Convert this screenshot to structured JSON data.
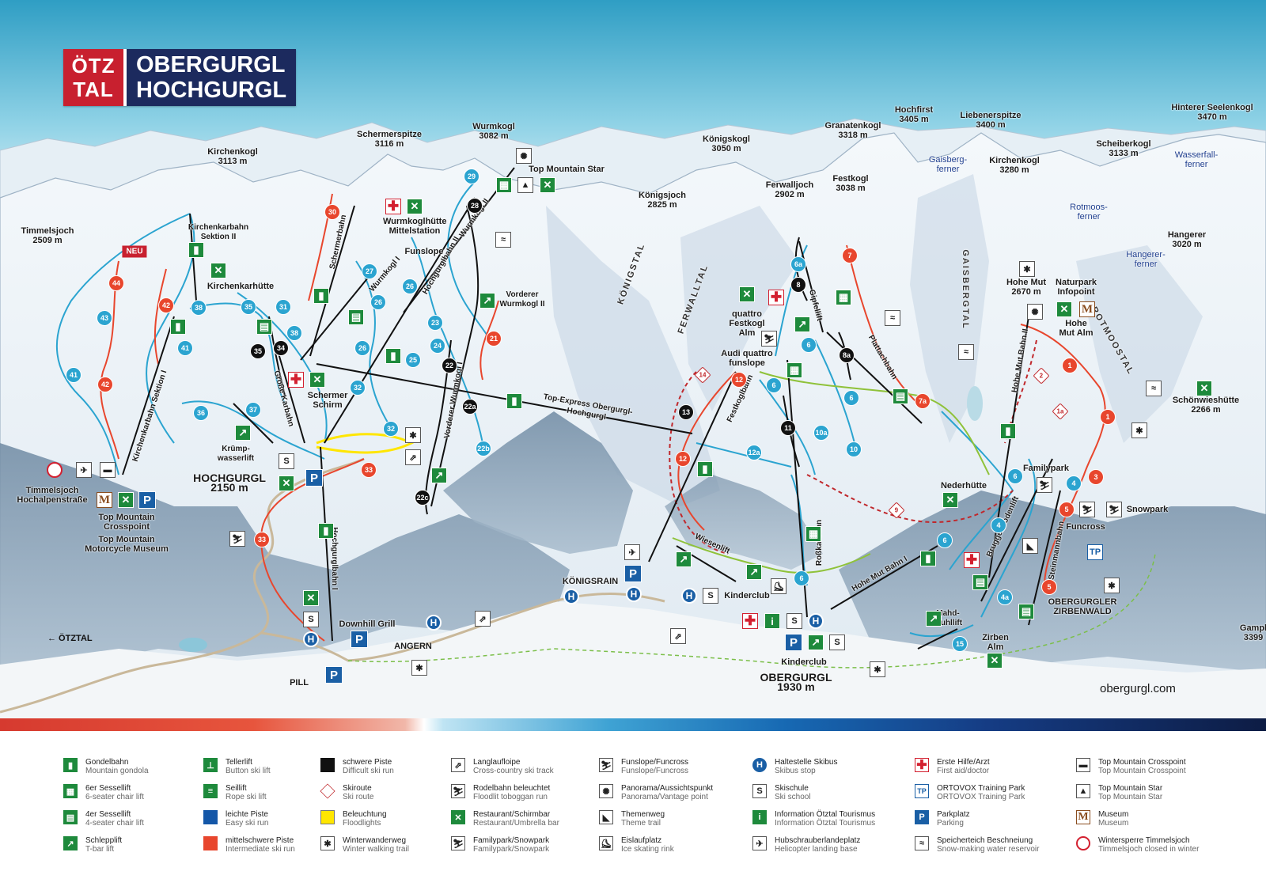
{
  "logo": {
    "otz_line1": "ÖTZ",
    "otz_line2": "TAL",
    "name_line1": "OBERGURGL",
    "name_line2": "HOCHGURGL"
  },
  "badge_new": "NEU",
  "website": "obergurgl.com",
  "direction": "← ÖTZTAL",
  "peaks": [
    {
      "name": "Kirchenkogl",
      "elev": "3113 m"
    },
    {
      "name": "Timmelsjoch",
      "elev": "2509 m"
    },
    {
      "name": "Schermerspitze",
      "elev": "3116 m"
    },
    {
      "name": "Wurmkogl",
      "elev": "3082 m"
    },
    {
      "name": "Königskogl",
      "elev": "3050 m"
    },
    {
      "name": "Königsjoch",
      "elev": "2825 m"
    },
    {
      "name": "Granatenkogl",
      "elev": "3318 m"
    },
    {
      "name": "Ferwalljoch",
      "elev": "2902 m"
    },
    {
      "name": "Festkogl",
      "elev": "3038 m"
    },
    {
      "name": "Hochfirst",
      "elev": "3405 m"
    },
    {
      "name": "Liebenerspitze",
      "elev": "3400 m"
    },
    {
      "name": "Kirchenkogl",
      "elev": "3280 m"
    },
    {
      "name": "Scheiberkogl",
      "elev": "3133 m"
    },
    {
      "name": "Hinterer Seelenkogl",
      "elev": "3470 m"
    },
    {
      "name": "Hangerer",
      "elev": "3020 m"
    },
    {
      "name": "Hohe Mut",
      "elev": "2670 m"
    },
    {
      "name": "Schönwieshütte",
      "elev": "2266 m"
    },
    {
      "name": "Gampl",
      "elev": "3399"
    }
  ],
  "glaciers": [
    "Gaisberg-ferner",
    "Rotmoos-ferner",
    "Wasserfall-ferner",
    "Hangerer-ferner"
  ],
  "valleys": [
    "KÖNIGSTAL",
    "FERWALLTAL",
    "GAISBERGTAL",
    "ROTMOOSTAL"
  ],
  "towns": [
    {
      "name": "HOCHGURGL",
      "elev": "2150 m"
    },
    {
      "name": "OBERGURGL",
      "elev": "1930 m"
    },
    {
      "name": "KÖNIGSRAIN",
      "elev": ""
    },
    {
      "name": "ANGERN",
      "elev": ""
    },
    {
      "name": "PILL",
      "elev": ""
    }
  ],
  "places": {
    "top_mountain_star": "Top Mountain Star",
    "wurmkogl_hutte": "Wurmkoglhütte Mittelstation",
    "kirchenkar_hutte": "Kirchenkarhütte",
    "schermer_schirm": "Schermer Schirm",
    "timmelsjoch_road": "Timmelsjoch Hochalpenstraße",
    "crosspoint": "Top Mountain Crosspoint",
    "motorcycle_museum": "Top Mountain Motorcycle Museum",
    "downhill_grill": "Downhill Grill",
    "quattro_alm": "quattro Festkogl Alm",
    "audi_funslope": "Audi quattro funslope",
    "nederhutte": "Nederhütte",
    "naturpark": "Naturpark Infopoint",
    "hohe_mut_alm": "Hohe Mut Alm",
    "familypark": "Familypark",
    "snowpark": "Snowpark",
    "funcross": "Funcross",
    "zirbenwald": "OBERGURGLER ZIRBENWALD",
    "zirben_alm": "Zirben Alm",
    "kinderclub": "Kinderclub",
    "funslope": "Funslope"
  },
  "lifts": [
    "Kirchenkarbahn Sektion II",
    "Kirchenkarbahn Sektion I",
    "Schermerbahn",
    "Wurmkogl I",
    "Hochgurglbahn II",
    "Wurmkogl II",
    "Vorderer Wurmkogl I",
    "Vorderer Wurmkogl II",
    "Große Karbahn",
    "Krümp-wasserlift",
    "Hochgurglbahn I",
    "Top-Express Obergurgl-Hochgurgl",
    "Festkoglbahn",
    "Gipfellift",
    "Plattachbahn",
    "Roßkarbahn",
    "Wiesenlift",
    "Hohe Mut Bahn I",
    "Hohe Mut Bahn II",
    "Bruggenbodenlift",
    "Steinmannbahn",
    "Mahd-stuhllift"
  ],
  "runs": [
    {
      "id": "44",
      "c": "red"
    },
    {
      "id": "43",
      "c": "blue"
    },
    {
      "id": "42",
      "c": "red"
    },
    {
      "id": "42",
      "c": "red"
    },
    {
      "id": "41",
      "c": "blue"
    },
    {
      "id": "41",
      "c": "blue"
    },
    {
      "id": "38",
      "c": "blue"
    },
    {
      "id": "38",
      "c": "blue"
    },
    {
      "id": "35",
      "c": "blue"
    },
    {
      "id": "35",
      "c": "black"
    },
    {
      "id": "34",
      "c": "black"
    },
    {
      "id": "31",
      "c": "blue"
    },
    {
      "id": "36",
      "c": "blue"
    },
    {
      "id": "37",
      "c": "blue"
    },
    {
      "id": "30",
      "c": "red"
    },
    {
      "id": "29",
      "c": "blue"
    },
    {
      "id": "28",
      "c": "black"
    },
    {
      "id": "27",
      "c": "blue"
    },
    {
      "id": "26",
      "c": "blue"
    },
    {
      "id": "26",
      "c": "blue"
    },
    {
      "id": "26",
      "c": "blue"
    },
    {
      "id": "25",
      "c": "blue"
    },
    {
      "id": "24",
      "c": "blue"
    },
    {
      "id": "23",
      "c": "blue"
    },
    {
      "id": "22",
      "c": "black"
    },
    {
      "id": "22a",
      "c": "black"
    },
    {
      "id": "22b",
      "c": "blue"
    },
    {
      "id": "22c",
      "c": "black"
    },
    {
      "id": "21",
      "c": "red"
    },
    {
      "id": "32",
      "c": "blue"
    },
    {
      "id": "32",
      "c": "blue"
    },
    {
      "id": "33",
      "c": "red"
    },
    {
      "id": "33",
      "c": "red"
    },
    {
      "id": "7",
      "c": "red"
    },
    {
      "id": "6a",
      "c": "blue"
    },
    {
      "id": "8",
      "c": "black"
    },
    {
      "id": "8a",
      "c": "black"
    },
    {
      "id": "6",
      "c": "blue"
    },
    {
      "id": "6",
      "c": "blue"
    },
    {
      "id": "6",
      "c": "blue"
    },
    {
      "id": "6",
      "c": "blue"
    },
    {
      "id": "6",
      "c": "blue"
    },
    {
      "id": "6",
      "c": "blue"
    },
    {
      "id": "7a",
      "c": "red"
    },
    {
      "id": "14",
      "c": "route"
    },
    {
      "id": "12",
      "c": "red"
    },
    {
      "id": "12",
      "c": "red"
    },
    {
      "id": "13",
      "c": "black"
    },
    {
      "id": "11",
      "c": "black"
    },
    {
      "id": "10a",
      "c": "blue"
    },
    {
      "id": "10",
      "c": "blue"
    },
    {
      "id": "12a",
      "c": "blue"
    },
    {
      "id": "9",
      "c": "route"
    },
    {
      "id": "1",
      "c": "red"
    },
    {
      "id": "1",
      "c": "red"
    },
    {
      "id": "2",
      "c": "route"
    },
    {
      "id": "1a",
      "c": "route"
    },
    {
      "id": "3",
      "c": "red"
    },
    {
      "id": "4",
      "c": "blue"
    },
    {
      "id": "4",
      "c": "blue"
    },
    {
      "id": "4a",
      "c": "blue"
    },
    {
      "id": "5",
      "c": "red"
    },
    {
      "id": "5",
      "c": "red"
    },
    {
      "id": "15",
      "c": "blue"
    }
  ],
  "legend": [
    {
      "de": "Gondelbahn",
      "en": "Mountain gondola",
      "sw": "green",
      "g": "▮"
    },
    {
      "de": "6er Sessellift",
      "en": "6-seater chair lift",
      "sw": "green",
      "g": "▦"
    },
    {
      "de": "4er Sessellift",
      "en": "4-seater chair lift",
      "sw": "green",
      "g": "▤"
    },
    {
      "de": "Schlepplift",
      "en": "T-bar lift",
      "sw": "green",
      "g": "↗"
    },
    {
      "de": "Tellerlift",
      "en": "Button ski lift",
      "sw": "green",
      "g": "⊥"
    },
    {
      "de": "Seillift",
      "en": "Rope ski lift",
      "sw": "green",
      "g": "≡"
    },
    {
      "de": "leichte Piste",
      "en": "Easy ski run",
      "sw": "blue",
      "g": ""
    },
    {
      "de": "mittelschwere Piste",
      "en": "Intermediate ski run",
      "sw": "red",
      "g": ""
    },
    {
      "de": "schwere Piste",
      "en": "Difficult ski run",
      "sw": "black",
      "g": ""
    },
    {
      "de": "Skiroute",
      "en": "Ski route",
      "sw": "route",
      "g": ""
    },
    {
      "de": "Beleuchtung",
      "en": "Floodlights",
      "sw": "yellow",
      "g": ""
    },
    {
      "de": "Winterwanderweg",
      "en": "Winter walking trail",
      "sw": "plain",
      "g": "✱"
    },
    {
      "de": "Langlaufloipe",
      "en": "Cross-country ski track",
      "sw": "plain",
      "g": "⇗"
    },
    {
      "de": "Rodelbahn beleuchtet",
      "en": "Floodlit toboggan run",
      "sw": "plain",
      "g": "⛷"
    },
    {
      "de": "Restaurant/Schirmbar",
      "en": "Restaurant/Umbrella bar",
      "sw": "green",
      "g": "✕"
    },
    {
      "de": "Familypark/Snowpark",
      "en": "Familypark/Snowpark",
      "sw": "plain",
      "g": "⛷"
    },
    {
      "de": "Funslope/Funcross",
      "en": "Funslope/Funcross",
      "sw": "plain",
      "g": "⛷"
    },
    {
      "de": "Panorama/Aussichtspunkt",
      "en": "Panorama/Vantage point",
      "sw": "plain",
      "g": "✺"
    },
    {
      "de": "Themenweg",
      "en": "Theme trail",
      "sw": "plain",
      "g": "◣"
    },
    {
      "de": "Eislaufplatz",
      "en": "Ice skating rink",
      "sw": "plain",
      "g": "⛸"
    },
    {
      "de": "Haltestelle Skibus",
      "en": "Skibus stop",
      "sw": "bus",
      "g": "H"
    },
    {
      "de": "Skischule",
      "en": "Ski school",
      "sw": "plain",
      "g": "S"
    },
    {
      "de": "Information Ötztal Tourismus",
      "en": "Information Ötztal Tourismus",
      "sw": "green",
      "g": "i"
    },
    {
      "de": "Hubschrauberlandeplatz",
      "en": "Helicopter landing base",
      "sw": "plain",
      "g": "✈"
    },
    {
      "de": "Erste Hilfe/Arzt",
      "en": "First aid/doctor",
      "sw": "aid",
      "g": "✚"
    },
    {
      "de": "ORTOVOX Training Park",
      "en": "ORTOVOX Training Park",
      "sw": "tp",
      "g": "TP"
    },
    {
      "de": "Parkplatz",
      "en": "Parking",
      "sw": "park",
      "g": "P"
    },
    {
      "de": "Speicherteich Beschneiung",
      "en": "Snow-making water reservoir",
      "sw": "plain",
      "g": "≈"
    },
    {
      "de": "Top Mountain Crosspoint",
      "en": "Top Mountain Crosspoint",
      "sw": "plain",
      "g": "▬"
    },
    {
      "de": "Top Mountain Star",
      "en": "Top Mountain Star",
      "sw": "plain",
      "g": "▲"
    },
    {
      "de": "Museum",
      "en": "Museum",
      "sw": "museum",
      "g": "M"
    },
    {
      "de": "Wintersperre Timmelsjoch",
      "en": "Timmelsjoch closed in winter",
      "sw": "closed",
      "g": ""
    }
  ]
}
